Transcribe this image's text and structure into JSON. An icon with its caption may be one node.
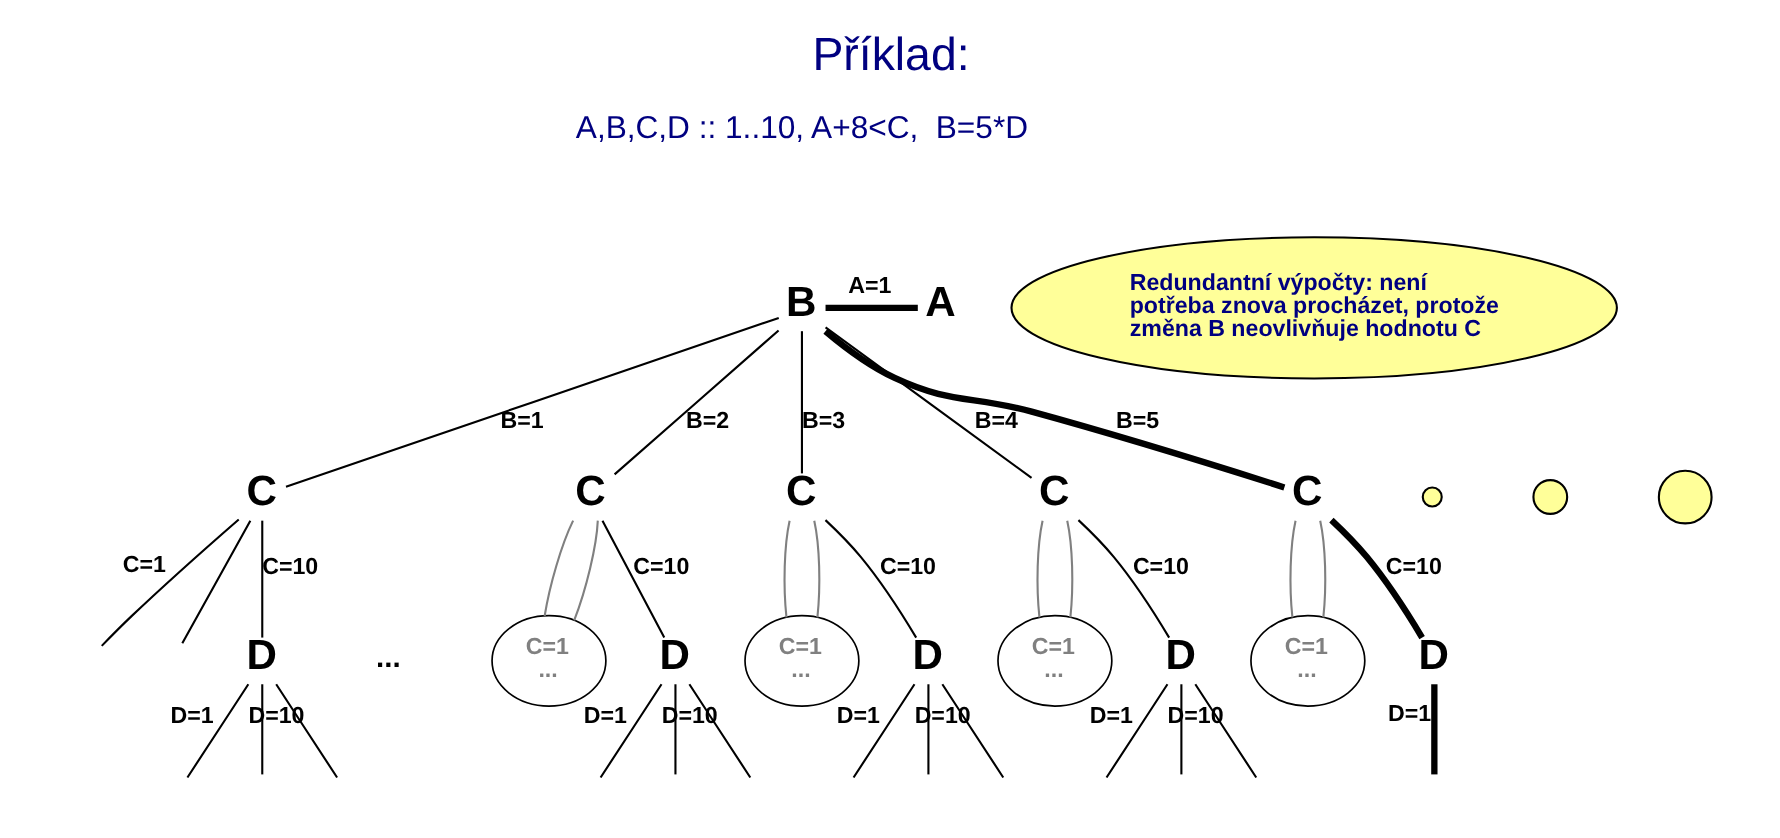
{
  "diagram": {
    "title": "Příklad:",
    "nodes": [
      {
        "text": [
          "B"
        ]
      },
      {
        "text": [
          "A"
        ]
      },
      {
        "text": [
          "Redundantní výpočty: není potřeba znova procházet, protože změna B neovlivňuje hodnotu C"
        ]
      },
      {
        "text": [],
        "shape": "circle"
      },
      {
        "text": [],
        "shape": "circle"
      },
      {
        "text": [],
        "shape": "circle"
      },
      {
        "text": [
          "C"
        ]
      },
      {
        "text": [
          "C"
        ]
      },
      {
        "text": [
          "C"
        ]
      },
      {
        "text": [
          "C"
        ]
      },
      {
        "text": [
          "C"
        ]
      },
      {
        "text": [
          "C=1",
          "..."
        ]
      },
      {
        "text": [
          "C=1",
          "..."
        ]
      },
      {
        "text": [
          "C=1",
          "..."
        ]
      },
      {
        "text": [
          "C=1",
          "..."
        ]
      },
      {
        "text": [
          "D"
        ]
      },
      {
        "text": [
          "D"
        ]
      },
      {
        "text": [
          "D"
        ]
      },
      {
        "text": [
          "D"
        ]
      },
      {
        "text": [
          "D"
        ]
      }
    ],
    "edges": [
      {
        "from": 0,
        "to": 1,
        "arrow": "none",
        "label": "A=1",
        "style": "thick"
      },
      {
        "from": 0,
        "to": 6,
        "arrow": "none",
        "label": "B=1"
      },
      {
        "from": 0,
        "to": 7,
        "arrow": "none",
        "label": "B=2"
      },
      {
        "from": 0,
        "to": 8,
        "arrow": "none",
        "label": "B=3"
      },
      {
        "from": 0,
        "to": 9,
        "arrow": "none",
        "label": "B=4"
      },
      {
        "from": 0,
        "to": 10,
        "arrow": "none",
        "label": "B=5",
        "style": "thick"
      },
      {
        "from": 6,
        "to": null,
        "arrow": "none",
        "label": "C=1"
      },
      {
        "from": 6,
        "to": null,
        "arrow": "none"
      },
      {
        "from": 6,
        "to": 15,
        "arrow": "none",
        "label": "C=10"
      },
      {
        "from": 7,
        "to": 11,
        "arrow": "none",
        "color": "#808080"
      },
      {
        "from": 7,
        "to": 11,
        "arrow": "none",
        "color": "#808080"
      },
      {
        "from": 7,
        "to": 16,
        "arrow": "none",
        "label": "C=10"
      },
      {
        "from": 8,
        "to": 12,
        "arrow": "none",
        "color": "#808080"
      },
      {
        "from": 8,
        "to": 12,
        "arrow": "none",
        "color": "#808080"
      },
      {
        "from": 8,
        "to": 17,
        "arrow": "none",
        "label": "C=10"
      },
      {
        "from": 9,
        "to": 13,
        "arrow": "none",
        "color": "#808080"
      },
      {
        "from": 9,
        "to": 13,
        "arrow": "none",
        "color": "#808080"
      },
      {
        "from": 9,
        "to": 18,
        "arrow": "none",
        "label": "C=10"
      },
      {
        "from": 10,
        "to": 14,
        "arrow": "none",
        "color": "#808080"
      },
      {
        "from": 10,
        "to": 14,
        "arrow": "none",
        "color": "#808080"
      },
      {
        "from": 10,
        "to": 19,
        "arrow": "none",
        "label": "C=10",
        "style": "thick"
      },
      {
        "from": 15,
        "to": null,
        "arrow": "none",
        "label": "D=1"
      },
      {
        "from": 15,
        "to": null,
        "arrow": "none"
      },
      {
        "from": 15,
        "to": null,
        "arrow": "none",
        "label": "D=10"
      },
      {
        "from": 16,
        "to": null,
        "arrow": "none",
        "label": "D=1"
      },
      {
        "from": 16,
        "to": null,
        "arrow": "none"
      },
      {
        "from": 16,
        "to": null,
        "arrow": "none",
        "label": "D=10"
      },
      {
        "from": 17,
        "to": null,
        "arrow": "none",
        "label": "D=1"
      },
      {
        "from": 17,
        "to": null,
        "arrow": "none"
      },
      {
        "from": 17,
        "to": null,
        "arrow": "none",
        "label": "D=10"
      },
      {
        "from": 18,
        "to": null,
        "arrow": "none",
        "label": "D=1"
      },
      {
        "from": 18,
        "to": null,
        "arrow": "none"
      },
      {
        "from": 18,
        "to": null,
        "arrow": "none",
        "label": "D=10"
      },
      {
        "from": 19,
        "to": null,
        "arrow": "none",
        "label": "D=1",
        "style": "thick"
      }
    ],
    "labels": [
      "A,B,C,D :: 1..10, A+8<C,  B=5*D",
      "..."
    ]
  }
}
